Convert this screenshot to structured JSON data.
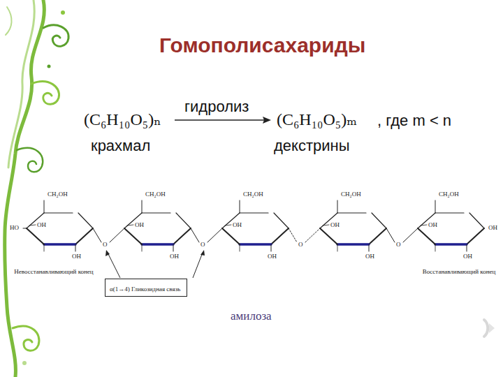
{
  "diagram": {
    "title": "Гомополисахариды",
    "nodes": [
      {
        "text": [
          "α(1→4) Гликозидная связь"
        ]
      }
    ],
    "labels": [
      "(C₆H₁₀O₅)ₙ",
      "гидролиз",
      "(C₆H₁₀O₅)ₘ",
      ", где m < n",
      "крахмал",
      "декстрины",
      "Невосстанавливающий конец",
      "CH₂OH",
      "HO",
      "OH",
      "OH",
      "O",
      "CH₂OH",
      "OH",
      "OH",
      "O",
      "CH₂OH",
      "OH",
      "OH",
      "O",
      "CH₂OH",
      "OH",
      "OH",
      "O",
      "CH₂OH",
      "OH",
      "OH",
      "OH",
      "Восстанавливающий конец",
      "амилоза"
    ]
  }
}
